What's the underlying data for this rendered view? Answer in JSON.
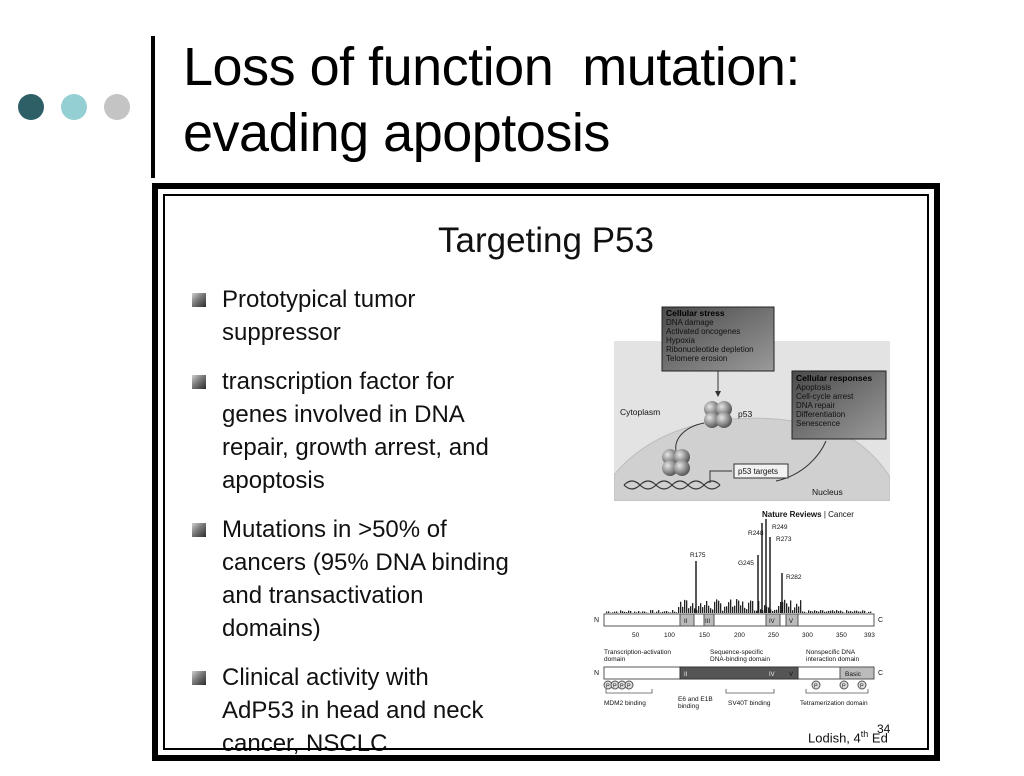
{
  "header": {
    "title_line1": "Loss of function  mutation:",
    "title_line2": "evading apoptosis"
  },
  "slide": {
    "title": "Targeting P53",
    "bullets": [
      "Prototypical tumor\nsuppressor",
      "transcription factor for\ngenes involved in DNA\nrepair, growth arrest, and\napoptosis",
      "Mutations in >50% of\ncancers (95% DNA binding\nand transactivation\ndomains)",
      "Clinical activity with\nAdP53 in head and neck\ncancer, NSCLC"
    ],
    "credit": "Lodish, 4",
    "credit_sup": "th",
    "credit_suffix": " Ed",
    "page_number": "34"
  },
  "figure_top": {
    "stress_title": "Cellular stress",
    "stress_items": [
      "DNA damage",
      "Activated oncogenes",
      "Hypoxia",
      "Ribonucleotide depletion",
      "Telomere erosion"
    ],
    "responses_title": "Cellular responses",
    "responses_items": [
      "Apoptosis",
      "Cell-cycle arrest",
      "DNA repair",
      "Differentiation",
      "Senescence"
    ],
    "cytoplasm": "Cytoplasm",
    "p53": "p53",
    "p53_targets": "p53 targets",
    "nucleus": "Nucleus"
  },
  "figure_bottom": {
    "source_a": "Nature Reviews",
    "source_sep": " | ",
    "source_b": "Cancer",
    "hotspots": [
      "R175",
      "G245",
      "R248",
      "R249",
      "R273",
      "R282"
    ],
    "n_label": "N",
    "c_label": "C",
    "domain_labels": [
      "II",
      "III",
      "IV",
      "V"
    ],
    "axis_ticks": [
      "50",
      "100",
      "150",
      "200",
      "250",
      "300",
      "350",
      "393"
    ],
    "region_transactivation": "Transcription-activation\ndomain",
    "region_dna_binding": "Sequence-specific\nDNA-binding domain",
    "region_nonspecific": "Nonspecific DNA\ninteraction domain",
    "basic": "Basic",
    "mdm2": "MDM2 binding",
    "e6e1b": "E6 and E1B\nbinding",
    "sv40t": "SV40T binding",
    "tetramerization": "Tetramerization domain",
    "p_letter": "P"
  }
}
